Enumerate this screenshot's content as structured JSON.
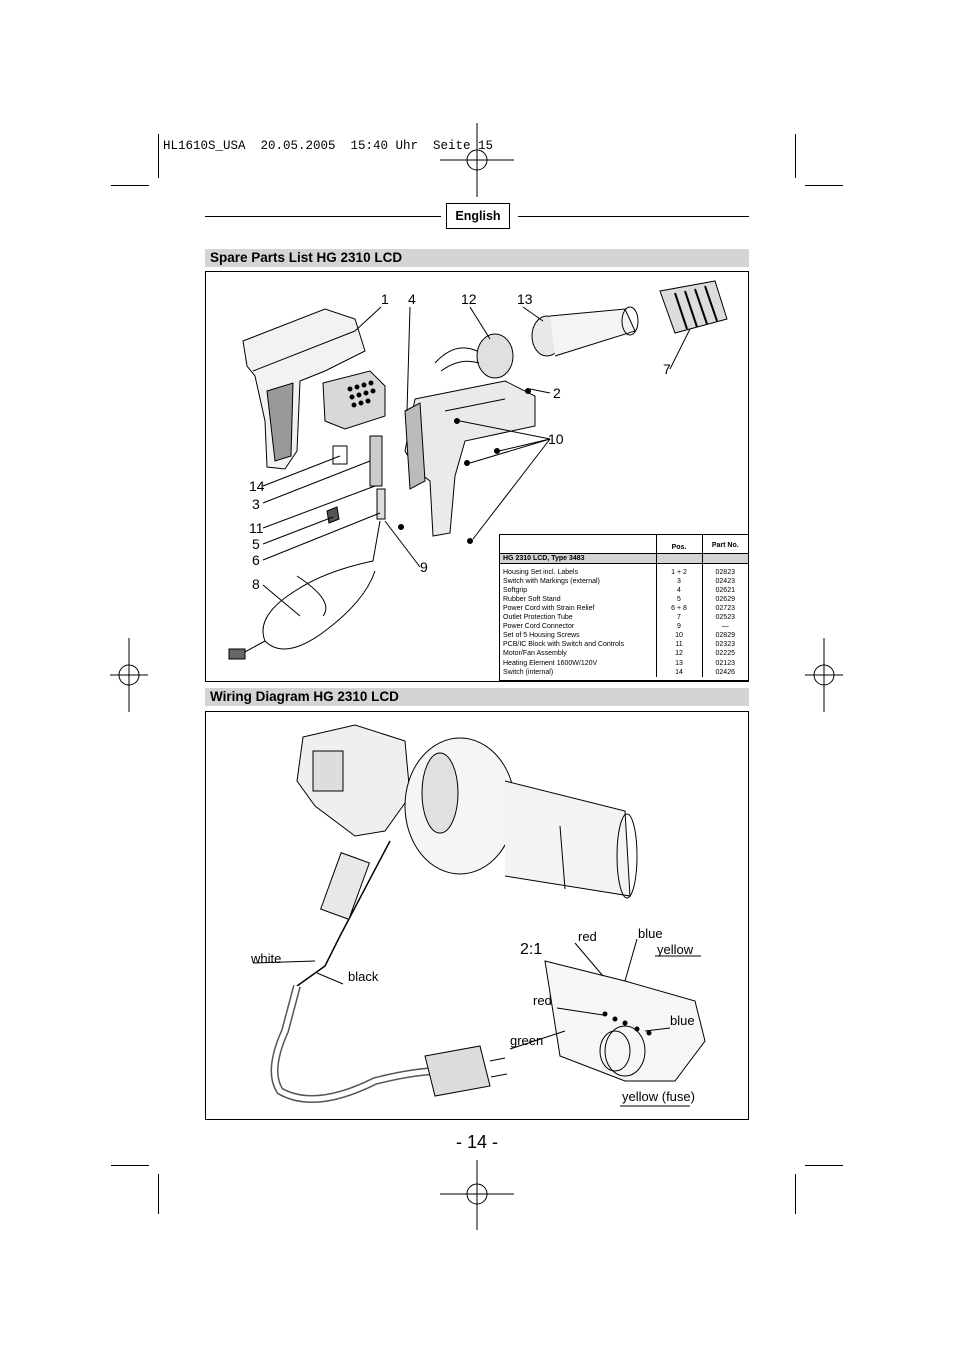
{
  "print_header": "HL1610S_USA  20.05.2005  15:40 Uhr  Seite 15",
  "language_tab": "English",
  "spare_parts": {
    "title": "Spare Parts List HG 2310 LCD",
    "callouts": [
      "1",
      "4",
      "12",
      "13",
      "7",
      "2",
      "10",
      "14",
      "3",
      "11",
      "5",
      "6",
      "8",
      "9"
    ],
    "table": {
      "col_pos": "Pos.",
      "col_part": "Part No.",
      "model": "HG 2310 LCD, Type 3483",
      "rows": [
        {
          "desc": "Housing Set incl. Labels",
          "pos": "1 + 2",
          "part": "02823"
        },
        {
          "desc": "Switch with Markings (external)",
          "pos": "3",
          "part": "02423"
        },
        {
          "desc": "Softgrip",
          "pos": "4",
          "part": "02621"
        },
        {
          "desc": "Rubber Soft Stand",
          "pos": "5",
          "part": "02629"
        },
        {
          "desc": "Power Cord with Strain Relief",
          "pos": "6 + 8",
          "part": "02723"
        },
        {
          "desc": "Outlet Protection Tube",
          "pos": "7",
          "part": "02523"
        },
        {
          "desc": "Power Cord Connector",
          "pos": "9",
          "part": "—"
        },
        {
          "desc": "Set of 5 Housing Screws",
          "pos": "10",
          "part": "02829"
        },
        {
          "desc": "PCB/IC Block with Switch and Controls",
          "pos": "11",
          "part": "02323"
        },
        {
          "desc": "Motor/Fan Assembly",
          "pos": "12",
          "part": "02225"
        },
        {
          "desc": "Heating Element 1600W/120V",
          "pos": "13",
          "part": "02123"
        },
        {
          "desc": "Switch (internal)",
          "pos": "14",
          "part": "02426"
        }
      ]
    }
  },
  "wiring": {
    "title": "Wiring Diagram HG 2310 LCD",
    "scale": "2:1",
    "labels": {
      "white": "white",
      "black": "black",
      "red_top": "red",
      "blue_top": "blue",
      "yellow": "yellow",
      "red_mid": "red",
      "blue_mid": "blue",
      "green": "green",
      "yellow_fuse": "yellow (fuse)"
    }
  },
  "page_number": "- 14 -"
}
